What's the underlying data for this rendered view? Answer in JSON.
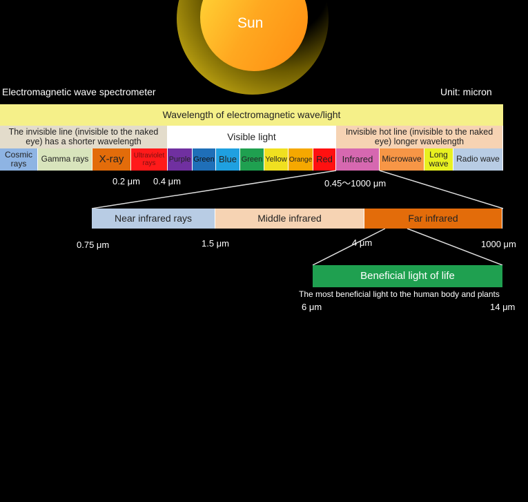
{
  "sun": {
    "label": "Sun"
  },
  "title": "Electromagnetic wave spectrometer",
  "unit": "Unit: micron",
  "header": "Wavelength of electromagnetic wave/light",
  "groups": [
    {
      "label": "The invisible line (invisible to the naked eye) has a shorter wavelength",
      "color": "#e3dccb"
    },
    {
      "label": "Visible light",
      "color": "#ffffff"
    },
    {
      "label": "Invisible hot line (invisible to the naked eye) longer wavelength",
      "color": "#f6d3b3"
    }
  ],
  "bands": [
    {
      "label": "Cosmic rays",
      "color": "#8eb4e3"
    },
    {
      "label": "Gamma rays",
      "color": "#d8e4bc"
    },
    {
      "label": "X-ray",
      "color": "#e36c0a"
    },
    {
      "label": "Ultraviolet rays",
      "color": "#ff1a1a"
    },
    {
      "label": "Purple",
      "color": "#7030a0"
    },
    {
      "label": "Green",
      "color": "#1f6fb8"
    },
    {
      "label": "Blue",
      "color": "#1fa0e0"
    },
    {
      "label": "Green",
      "color": "#1fa050"
    },
    {
      "label": "Yellow",
      "color": "#f0e020"
    },
    {
      "label": "Orange",
      "color": "#f5a800"
    },
    {
      "label": "Red",
      "color": "#ff1010"
    },
    {
      "label": "Infrared",
      "color": "#d668b0"
    },
    {
      "label": "Microwave",
      "color": "#f79646"
    },
    {
      "label": "Long wave",
      "color": "#e8f020"
    },
    {
      "label": "Radio wave",
      "color": "#b8cce4"
    }
  ],
  "marks1": [
    "0.2 μm",
    "0.4 μm",
    "0.45～1000 μm"
  ],
  "infrared": [
    {
      "label": "Near infrared rays",
      "color": "#b8cce4"
    },
    {
      "label": "Middle infrared",
      "color": "#f6d3b3"
    },
    {
      "label": "Far infrared",
      "color": "#e36c0a"
    }
  ],
  "marks2": [
    "0.75 μm",
    "1.5 μm",
    "4 μm",
    "1000 μm"
  ],
  "beneficial": {
    "label": "Beneficial light of life",
    "desc": "The most beneficial light to the human body and plants",
    "from": "6 μm",
    "to": "14 μm",
    "color": "#1fa050"
  }
}
